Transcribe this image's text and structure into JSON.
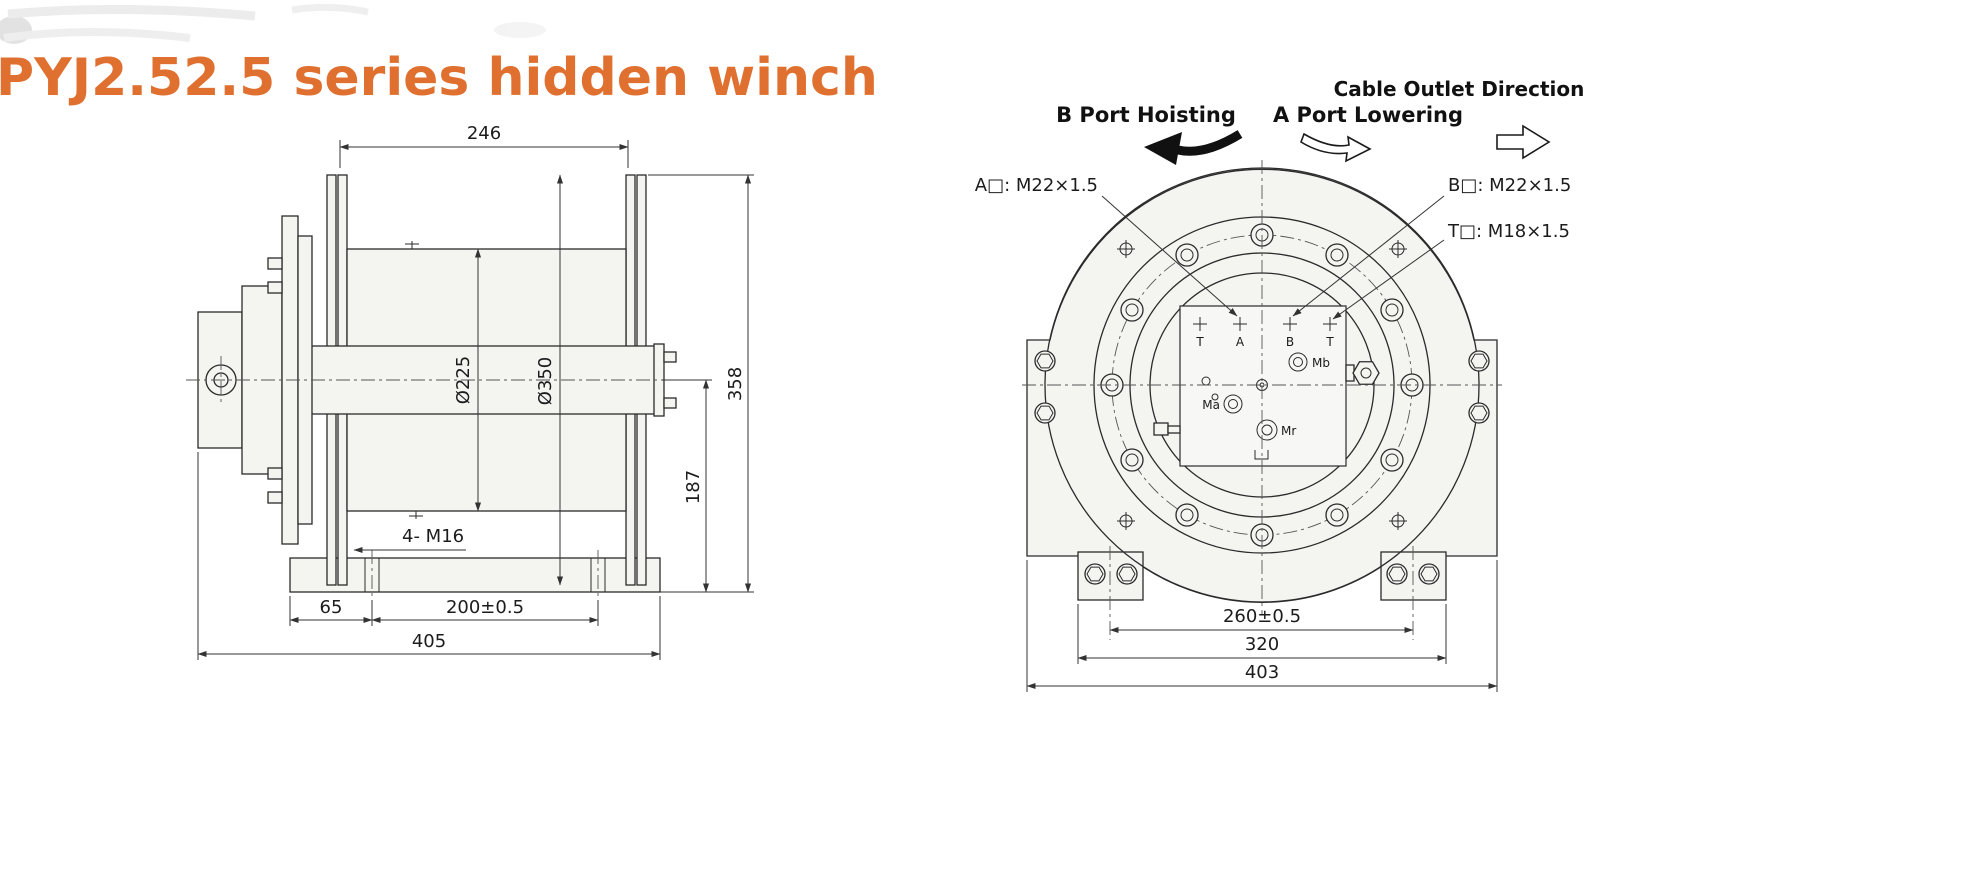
{
  "title": "PYJ2.52.5 series hidden winch",
  "colors": {
    "title_accent": "#e0702f"
  },
  "side_view": {
    "dims": {
      "top_width": "246",
      "drum_dia": "Ø225",
      "flange_dia": "Ø350",
      "total_height": "358",
      "base_to_center": "187",
      "bolt_spec": "4- M16",
      "foot_offset": "65",
      "bolt_spacing": "200±0.5",
      "total_width": "405"
    }
  },
  "front_view": {
    "annotations": {
      "hoisting": "B Port Hoisting",
      "lowering": "A Port Lowering",
      "cable_outlet": "Cable Outlet Direction"
    },
    "port_labels": {
      "a": "A□: M22×1.5",
      "b": "B□: M22×1.5",
      "t": "T□: M18×1.5"
    },
    "port_marks": {
      "t1": "T",
      "a": "A",
      "b": "B",
      "t2": "T",
      "mb": "Mb",
      "ma": "Ma",
      "mr": "Mr"
    },
    "dims": {
      "foot_centers": "260±0.5",
      "foot_outer": "320",
      "overall_width": "403"
    }
  }
}
